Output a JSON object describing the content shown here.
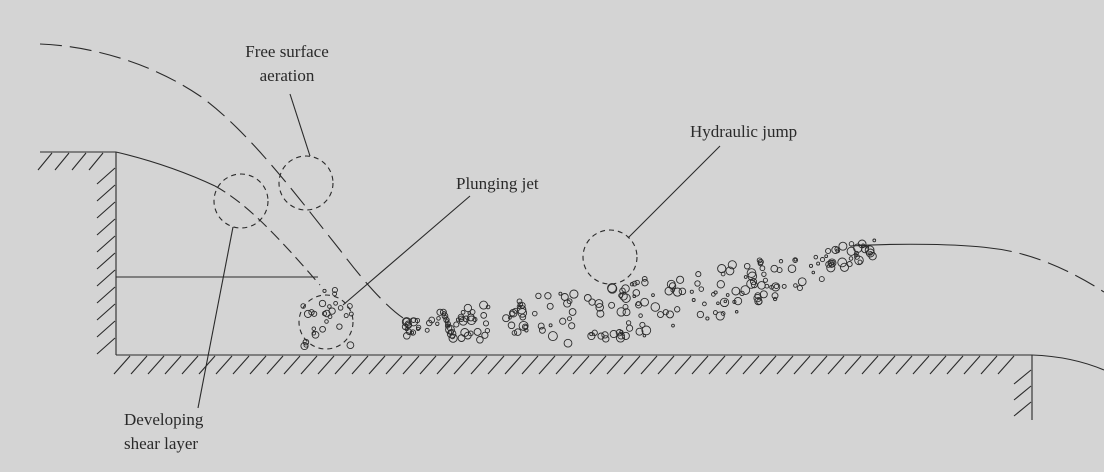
{
  "labels": {
    "free_surface_aeration": [
      "Free surface",
      "aeration"
    ],
    "plunging_jet": "Plunging jet",
    "hydraulic_jump": "Hydraulic jump",
    "developing_shear_layer": [
      "Developing",
      "shear layer"
    ]
  },
  "colors": {
    "background": "#d4d4d4",
    "line": "#2a2a2a"
  }
}
